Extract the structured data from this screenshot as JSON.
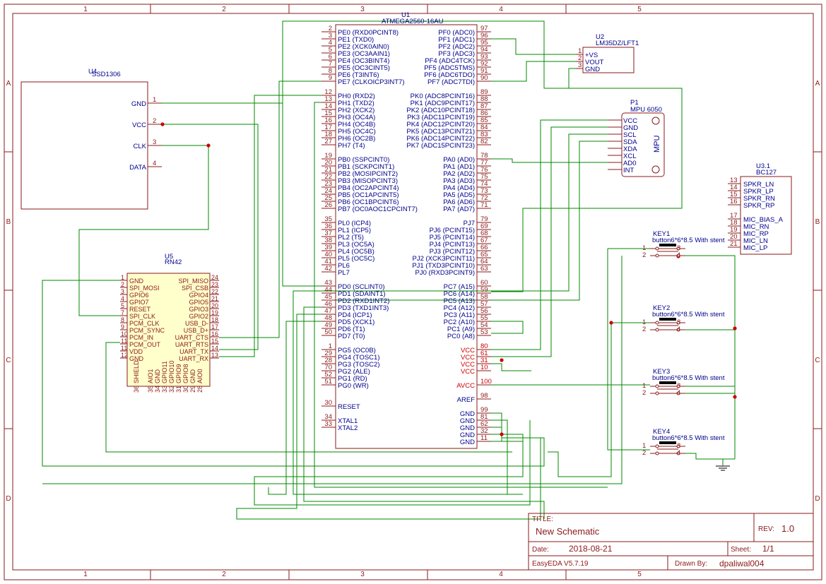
{
  "frame": {
    "columns": [
      "1",
      "2",
      "3",
      "4",
      "5"
    ],
    "rows": [
      "A",
      "B",
      "C",
      "D"
    ]
  },
  "u4": {
    "ref": "U4",
    "value": "SSD1306",
    "pins": [
      {
        "num": "1",
        "name": "GND"
      },
      {
        "num": "2",
        "name": "VCC"
      },
      {
        "num": "3",
        "name": "CLK"
      },
      {
        "num": "4",
        "name": "DATA"
      }
    ]
  },
  "u1": {
    "ref": "U1",
    "value": "ATMEGA2560-16AU",
    "left_pins": [
      {
        "num": "2",
        "name": "PE0 (RXD0PCINT8)"
      },
      {
        "num": "3",
        "name": "PE1 (TXD0)"
      },
      {
        "num": "4",
        "name": "PE2 (XCK0AIN0)"
      },
      {
        "num": "5",
        "name": "PE3 (OC3AAIN1)"
      },
      {
        "num": "6",
        "name": "PE4 (OC3BINT4)"
      },
      {
        "num": "7",
        "name": "PE5 (OC3CINT5)"
      },
      {
        "num": "8",
        "name": "PE6 (T3INT6)"
      },
      {
        "num": "9",
        "name": "PE7 (CLKOICP3INT7)"
      },
      {
        "num": "12",
        "name": "PH0 (RXD2)"
      },
      {
        "num": "13",
        "name": "PH1 (TXD2)"
      },
      {
        "num": "14",
        "name": "PH2 (XCK2)"
      },
      {
        "num": "15",
        "name": "PH3 (OC4A)"
      },
      {
        "num": "16",
        "name": "PH4 (OC4B)"
      },
      {
        "num": "17",
        "name": "PH5 (OC4C)"
      },
      {
        "num": "18",
        "name": "PH6 (OC2B)"
      },
      {
        "num": "27",
        "name": "PH7 (T4)"
      },
      {
        "num": "19",
        "name": "PB0 (SSPCINT0)"
      },
      {
        "num": "20",
        "name": "PB1 (SCKPCINT1)"
      },
      {
        "num": "21",
        "name": "PB2 (MOSIPCINT2)"
      },
      {
        "num": "22",
        "name": "PB3 (MISOPCINT3)"
      },
      {
        "num": "23",
        "name": "PB4 (OC2APCINT4)"
      },
      {
        "num": "24",
        "name": "PB5 (OC1APCINT5)"
      },
      {
        "num": "25",
        "name": "PB6 (OC1BPCINT6)"
      },
      {
        "num": "26",
        "name": "PB7 (OC0AOC1CPCINT7)"
      },
      {
        "num": "35",
        "name": "PL0 (ICP4)"
      },
      {
        "num": "36",
        "name": "PL1 (ICP5)"
      },
      {
        "num": "37",
        "name": "PL2 (T5)"
      },
      {
        "num": "38",
        "name": "PL3 (OC5A)"
      },
      {
        "num": "39",
        "name": "PL4 (OC5B)"
      },
      {
        "num": "40",
        "name": "PL5 (OC5C)"
      },
      {
        "num": "41",
        "name": "PL6"
      },
      {
        "num": "42",
        "name": "PL7"
      },
      {
        "num": "43",
        "name": "PD0 (SCLINT0)"
      },
      {
        "num": "44",
        "name": "PD1 (SDAINT1)"
      },
      {
        "num": "45",
        "name": "PD2 (RXD1INT2)"
      },
      {
        "num": "46",
        "name": "PD3 (TXD1INT3)"
      },
      {
        "num": "47",
        "name": "PD4 (ICP1)"
      },
      {
        "num": "48",
        "name": "PD5 (XCK1)"
      },
      {
        "num": "49",
        "name": "PD6 (T1)"
      },
      {
        "num": "50",
        "name": "PD7 (T0)"
      },
      {
        "num": "1",
        "name": "PG5 (OC0B)"
      },
      {
        "num": "29",
        "name": "PG4 (TOSC1)"
      },
      {
        "num": "28",
        "name": "PG3 (TOSC2)"
      },
      {
        "num": "70",
        "name": "PG2 (ALE)"
      },
      {
        "num": "52",
        "name": "PG1 (RD)"
      },
      {
        "num": "51",
        "name": "PG0 (WR)"
      },
      {
        "num": "30",
        "name": "RESET"
      },
      {
        "num": "34",
        "name": "XTAL1"
      },
      {
        "num": "33",
        "name": "XTAL2"
      }
    ],
    "right_pins": [
      {
        "num": "97",
        "name": "PF0 (ADC0)"
      },
      {
        "num": "96",
        "name": "PF1 (ADC1)"
      },
      {
        "num": "95",
        "name": "PF2 (ADC2)"
      },
      {
        "num": "94",
        "name": "PF3 (ADC3)"
      },
      {
        "num": "93",
        "name": "PF4 (ADC4TCK)"
      },
      {
        "num": "92",
        "name": "PF5 (ADC5TMS)"
      },
      {
        "num": "91",
        "name": "PF6 (ADC6TDO)"
      },
      {
        "num": "90",
        "name": "PF7 (ADC7TDI)"
      },
      {
        "num": "89",
        "name": "PK0 (ADC8PCINT16)"
      },
      {
        "num": "88",
        "name": "PK1 (ADC9PCINT17)"
      },
      {
        "num": "87",
        "name": "PK2 (ADC10PCINT18)"
      },
      {
        "num": "86",
        "name": "PK3 (ADC11PCINT19)"
      },
      {
        "num": "85",
        "name": "PK4 (ADC12PCINT20)"
      },
      {
        "num": "84",
        "name": "PK5 (ADC13PCINT21)"
      },
      {
        "num": "83",
        "name": "PK6 (ADC14PCINT22)"
      },
      {
        "num": "82",
        "name": "PK7 (ADC15PCINT23)"
      },
      {
        "num": "78",
        "name": "PA0 (AD0)"
      },
      {
        "num": "77",
        "name": "PA1 (AD1)"
      },
      {
        "num": "76",
        "name": "PA2 (AD2)"
      },
      {
        "num": "75",
        "name": "PA3 (AD3)"
      },
      {
        "num": "74",
        "name": "PA4 (AD4)"
      },
      {
        "num": "73",
        "name": "PA5 (AD5)"
      },
      {
        "num": "72",
        "name": "PA6 (AD6)"
      },
      {
        "num": "71",
        "name": "PA7 (AD7)"
      },
      {
        "num": "79",
        "name": "PJ7"
      },
      {
        "num": "69",
        "name": "PJ6 (PCINT15)"
      },
      {
        "num": "68",
        "name": "PJ5 (PCINT14)"
      },
      {
        "num": "67",
        "name": "PJ4 (PCINT13)"
      },
      {
        "num": "66",
        "name": "PJ3 (PCINT12)"
      },
      {
        "num": "65",
        "name": "PJ2 (XCK3PCINT11)"
      },
      {
        "num": "64",
        "name": "PJ1 (TXD3PCINT10)"
      },
      {
        "num": "63",
        "name": "PJ0 (RXD3PCINT9)"
      },
      {
        "num": "60",
        "name": "PC7 (A15)"
      },
      {
        "num": "59",
        "name": "PC6 (A14)"
      },
      {
        "num": "58",
        "name": "PC5 (A13)"
      },
      {
        "num": "57",
        "name": "PC4 (A12)"
      },
      {
        "num": "56",
        "name": "PC3 (A11)"
      },
      {
        "num": "55",
        "name": "PC2 (A10)"
      },
      {
        "num": "54",
        "name": "PC1 (A9)"
      },
      {
        "num": "53",
        "name": "PC0 (A8)"
      },
      {
        "num": "80",
        "name": "VCC"
      },
      {
        "num": "61",
        "name": "VCC"
      },
      {
        "num": "31",
        "name": "VCC"
      },
      {
        "num": "10",
        "name": "VCC"
      },
      {
        "num": "100",
        "name": "AVCC"
      },
      {
        "num": "98",
        "name": "AREF"
      },
      {
        "num": "99",
        "name": "GND"
      },
      {
        "num": "81",
        "name": "GND"
      },
      {
        "num": "62",
        "name": "GND"
      },
      {
        "num": "32",
        "name": "GND"
      },
      {
        "num": "11",
        "name": "GND"
      }
    ]
  },
  "u2": {
    "ref": "U2",
    "value": "LM35DZ/LFT1",
    "pins": [
      {
        "num": "1",
        "name": "+VS"
      },
      {
        "num": "2",
        "name": "VOUT"
      },
      {
        "num": "3",
        "name": "GND"
      }
    ]
  },
  "p1": {
    "ref": "P1",
    "value": "MPU 6050",
    "label": "MPU",
    "pins": [
      "VCC",
      "GND",
      "SCL",
      "SDA",
      "XDA",
      "XCL",
      "AD0",
      "INT"
    ]
  },
  "u31": {
    "ref": "U3.1",
    "value": "BC127",
    "pins": [
      {
        "num": "13",
        "name": "SPKR_LN"
      },
      {
        "num": "14",
        "name": "SPKR_LP"
      },
      {
        "num": "15",
        "name": "SPKR_RN"
      },
      {
        "num": "16",
        "name": "SPKR_RP"
      },
      {
        "num": "17",
        "name": "MIC_BIAS_A"
      },
      {
        "num": "18",
        "name": "MIC_RN"
      },
      {
        "num": "19",
        "name": "MIC_RP"
      },
      {
        "num": "20",
        "name": "MIC_LN"
      },
      {
        "num": "21",
        "name": "MIC_LP"
      }
    ]
  },
  "u5": {
    "ref": "U5",
    "value": "RN42",
    "left_pins": [
      {
        "num": "1",
        "name": "GND"
      },
      {
        "num": "2",
        "name": "SPI_MOSI"
      },
      {
        "num": "3",
        "name": "GPIO6"
      },
      {
        "num": "4",
        "name": "GPIO7"
      },
      {
        "num": "5",
        "name": "RESET"
      },
      {
        "num": "7",
        "name": "SPI_CLK"
      },
      {
        "num": "8",
        "name": "PCM_CLK"
      },
      {
        "num": "9",
        "name": "PCM_SYNC"
      },
      {
        "num": "10",
        "name": "PCM_IN"
      },
      {
        "num": "11",
        "name": "PCM_OUT"
      },
      {
        "num": "11",
        "name": "VDD"
      },
      {
        "num": "12",
        "name": "GND"
      }
    ],
    "right_pins": [
      {
        "num": "24",
        "name": "SPI_MISO"
      },
      {
        "num": "23",
        "name": "SPI_CSB"
      },
      {
        "num": "22",
        "name": "GPIO4"
      },
      {
        "num": "21",
        "name": "GPIO5"
      },
      {
        "num": "20",
        "name": "GPIO3"
      },
      {
        "num": "19",
        "name": "GPIO2"
      },
      {
        "num": "18",
        "name": "USB_D-"
      },
      {
        "num": "17",
        "name": "USB_D+"
      },
      {
        "num": "16",
        "name": "UART_CTS"
      },
      {
        "num": "15",
        "name": "UART_RTS"
      },
      {
        "num": "14",
        "name": "UART_TX"
      },
      {
        "num": "13",
        "name": "UART_RX"
      }
    ],
    "bottom_pins": [
      {
        "num": "36",
        "name": "SHIELD"
      },
      {
        "num": "35",
        "name": "AIO1"
      },
      {
        "num": "34",
        "name": "GND"
      },
      {
        "num": "33",
        "name": "GPIO11"
      },
      {
        "num": "32",
        "name": "GPIO10"
      },
      {
        "num": "31",
        "name": "GPIO9"
      },
      {
        "num": "30",
        "name": "GPIO8"
      },
      {
        "num": "29",
        "name": "GND"
      },
      {
        "num": "28",
        "name": "AIO0"
      }
    ]
  },
  "keys": [
    {
      "ref": "KEY1",
      "value": "button6*6*8.5 With stent"
    },
    {
      "ref": "KEY2",
      "value": "button6*6*8.5 With stent"
    },
    {
      "ref": "KEY3",
      "value": "button6*6*8.5 With stent"
    },
    {
      "ref": "KEY4",
      "value": "button6*6*8.5 With stent"
    }
  ],
  "title_block": {
    "title_label": "TITLE:",
    "title": "New Schematic",
    "rev_label": "REV:",
    "rev": "1.0",
    "date_label": "Date:",
    "date": "2018-08-21",
    "sheet_label": "Sheet:",
    "sheet": "1/1",
    "software": "EasyEDA V5.7.19",
    "drawn_label": "Drawn By:",
    "drawn_by": "dpaliwal004"
  },
  "colors": {
    "frame": "#8b1a1a",
    "wire": "#008800",
    "pin_name": "#00008b",
    "power_pin": "#cc0000"
  }
}
